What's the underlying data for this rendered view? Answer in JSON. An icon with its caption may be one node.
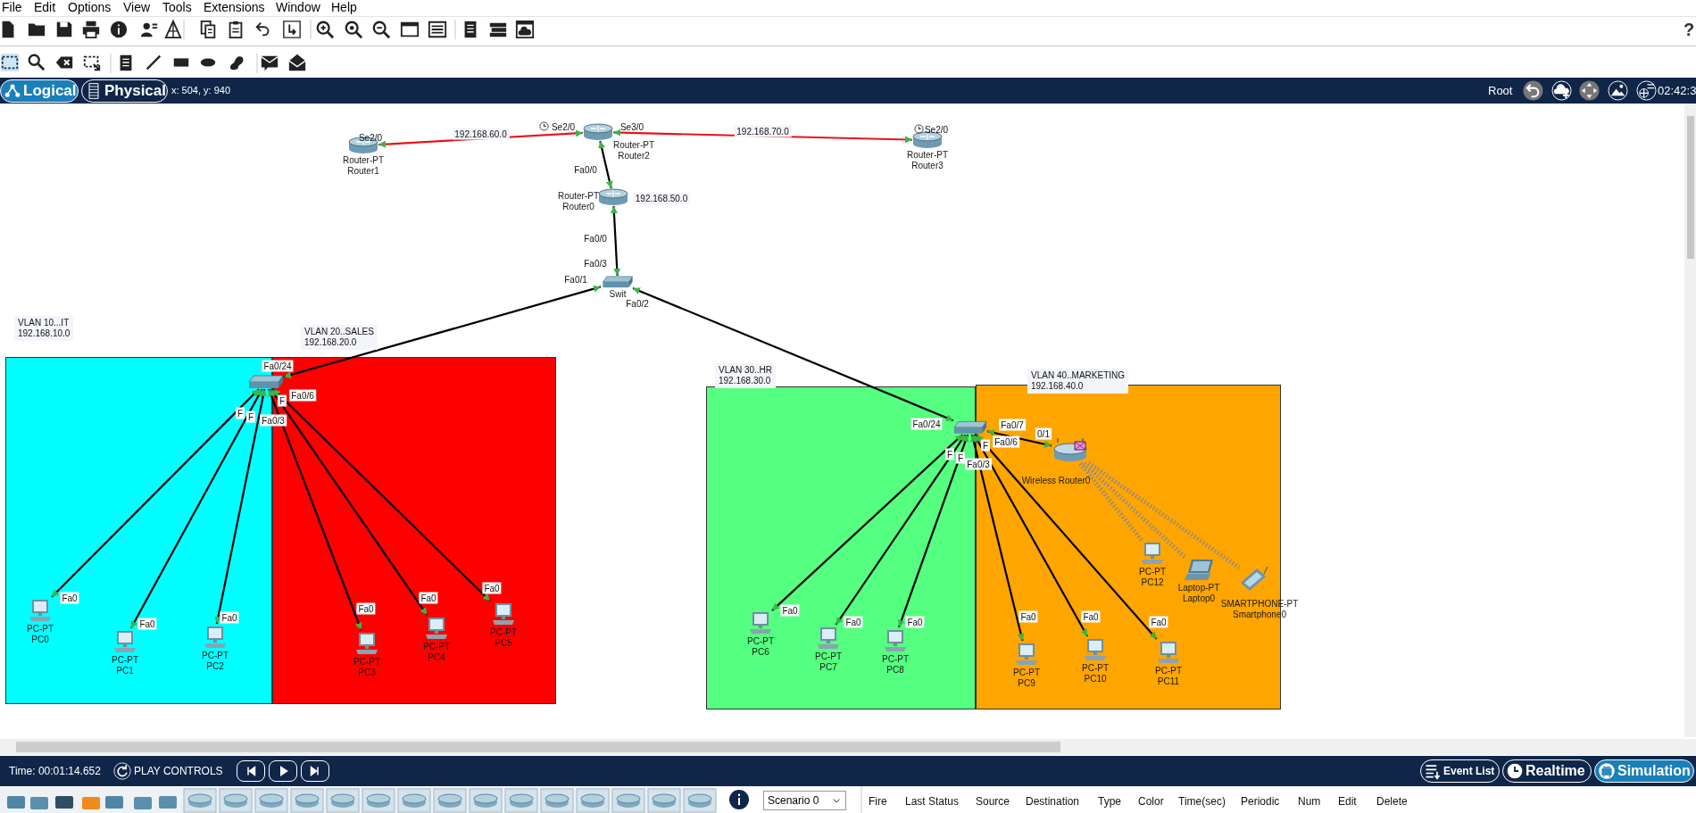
{
  "diagram": {
    "nodes": [
      {
        "text": [],
        "shape": "cylinder",
        "beside": [
          "Router-PT",
          "Router1"
        ]
      },
      {
        "text": [],
        "shape": "cylinder",
        "beside": [
          "Router-PT",
          "Router2"
        ]
      },
      {
        "text": [],
        "shape": "cylinder",
        "beside": [
          "Router-PT",
          "Router3"
        ]
      },
      {
        "text": [],
        "shape": "cylinder",
        "beside": [
          "Router-PT",
          "Router0",
          "192.168.50.0"
        ]
      },
      {
        "text": [],
        "shape": "box",
        "beside": [
          "Swit"
        ]
      },
      {
        "text": [],
        "shape": "box",
        "beside": [
          "VLAN 10...IT",
          "192.168.10.0"
        ]
      },
      {
        "text": [],
        "shape": "box",
        "beside": [
          "VLAN 20..SALES",
          "192.168.20.0"
        ]
      },
      {
        "text": [],
        "shape": "box"
      },
      {
        "text": [],
        "shape": "picture",
        "in": 5,
        "beside": [
          "PC-PT",
          "PC0"
        ]
      },
      {
        "text": [],
        "shape": "picture",
        "in": 5,
        "beside": [
          "PC-PT",
          "PC1"
        ]
      },
      {
        "text": [],
        "shape": "picture",
        "in": 5,
        "beside": [
          "PC-PT",
          "PC2"
        ]
      },
      {
        "text": [],
        "shape": "picture",
        "in": 6,
        "beside": [
          "PC-PT",
          "PC3"
        ]
      },
      {
        "text": [],
        "shape": "picture",
        "in": 6,
        "beside": [
          "PC-PT",
          "PC4"
        ]
      },
      {
        "text": [],
        "shape": "picture",
        "in": 6,
        "beside": [
          "PC-PT",
          "PC5"
        ]
      },
      {
        "text": [],
        "shape": "box",
        "beside": [
          "VLAN 30..HR",
          "192.168.30.0"
        ]
      },
      {
        "text": [],
        "shape": "box",
        "beside": [
          "VLAN 40..MARKETING",
          "192.168.40.0"
        ]
      },
      {
        "text": [],
        "shape": "box"
      },
      {
        "text": [],
        "shape": "cylinder",
        "in": 15,
        "beside": [
          "Wireless Router0"
        ]
      },
      {
        "text": [],
        "shape": "picture",
        "in": 15,
        "beside": [
          "PC-PT",
          "PC12"
        ]
      },
      {
        "text": [],
        "shape": "picture",
        "in": 15,
        "beside": [
          "Laptop-PT",
          "Laptop0"
        ]
      },
      {
        "text": [],
        "shape": "picture",
        "in": 15,
        "beside": [
          "SMARTPHONE-PT",
          "Smartphone0"
        ]
      },
      {
        "text": [],
        "shape": "picture",
        "in": 14,
        "beside": [
          "PC-PT",
          "PC6"
        ]
      },
      {
        "text": [],
        "shape": "picture",
        "in": 14,
        "beside": [
          "PC-PT",
          "PC7"
        ]
      },
      {
        "text": [],
        "shape": "picture",
        "in": 14,
        "beside": [
          "PC-PT",
          "PC8"
        ]
      },
      {
        "text": [],
        "shape": "picture",
        "in": 15,
        "beside": [
          "PC-PT",
          "PC9"
        ]
      },
      {
        "text": [],
        "shape": "picture",
        "in": 15,
        "beside": [
          "PC-PT",
          "PC10"
        ]
      },
      {
        "text": [],
        "shape": "picture",
        "in": 15,
        "beside": [
          "PC-PT",
          "PC11"
        ]
      }
    ],
    "edges": [
      {
        "from": 0,
        "to": 1,
        "arrow": "both",
        "label": "192.168.60.0",
        "color": "#e8141b"
      },
      {
        "from": 1,
        "to": 2,
        "arrow": "both",
        "label": "192.168.70.0",
        "color": "#e8141b"
      },
      {
        "from": 1,
        "to": 3,
        "arrow": "both"
      },
      {
        "from": 3,
        "to": 4,
        "arrow": "both"
      },
      {
        "from": 4,
        "to": 7,
        "arrow": "both"
      },
      {
        "from": 4,
        "to": 16,
        "arrow": "both"
      },
      {
        "from": 7,
        "to": 8,
        "arrow": "both"
      },
      {
        "from": 7,
        "to": 9,
        "arrow": "both"
      },
      {
        "from": 7,
        "to": 10,
        "arrow": "both"
      },
      {
        "from": 7,
        "to": 11,
        "arrow": "both"
      },
      {
        "from": 7,
        "to": 12,
        "arrow": "both"
      },
      {
        "from": 7,
        "to": 13,
        "arrow": "both"
      },
      {
        "from": 16,
        "to": 21,
        "arrow": "both"
      },
      {
        "from": 16,
        "to": 22,
        "arrow": "both"
      },
      {
        "from": 16,
        "to": 23,
        "arrow": "both"
      },
      {
        "from": 16,
        "to": 24,
        "arrow": "both"
      },
      {
        "from": 16,
        "to": 25,
        "arrow": "both"
      },
      {
        "from": 16,
        "to": 26,
        "arrow": "both"
      },
      {
        "from": 16,
        "to": 17,
        "arrow": "both"
      },
      {
        "from": 17,
        "to": 18,
        "arrow": "none",
        "style": "dashed",
        "color": "#8c8c8c"
      },
      {
        "from": 17,
        "to": 19,
        "arrow": "none",
        "style": "dashed",
        "color": "#8c8c8c"
      },
      {
        "from": 17,
        "to": 20,
        "arrow": "none",
        "style": "dashed",
        "color": "#8c8c8c"
      }
    ],
    "labels": [
      "File",
      "Edit",
      "Options",
      "View",
      "Tools",
      "Extensions",
      "Window",
      "Help",
      "?",
      "Logical",
      "Physical",
      "x: 504, y: 940",
      "Root",
      "02:42:3",
      "Se2/0",
      "Se2/0",
      "Se3/0",
      "Se2/0",
      "Fa0/0",
      "Fa0/0",
      "Fa0/3",
      "Fa0/1",
      "Fa0/2",
      "Fa0/24",
      "F",
      "Fa0/6",
      "F",
      "F",
      "Fa0/3",
      "Fa0",
      "Fa0",
      "Fa0",
      "Fa0",
      "Fa0",
      "Fa0",
      "Fa0/24",
      "Fa0/7",
      "F",
      "Fa0/6",
      "0/1",
      "F",
      "F",
      "Fa0/3",
      "Fa0",
      "Fa0",
      "Fa0",
      "Fa0",
      "Fa0",
      "Fa0",
      "Time: 00:01:14.652",
      "PLAY CONTROLS",
      "Event List",
      "Realtime",
      "Simulation",
      "Scenario 0",
      "Fire",
      "Last Status",
      "Source",
      "Destination",
      "Type",
      "Color",
      "Time(sec)",
      "Periodic",
      "Num",
      "Edit",
      "Delete"
    ]
  }
}
